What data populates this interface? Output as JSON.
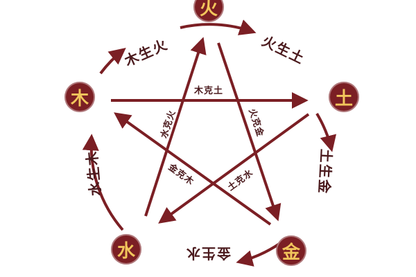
{
  "diagram": {
    "nodes": {
      "fire": "火",
      "earth": "土",
      "metal": "金",
      "water": "水",
      "wood": "木"
    },
    "generation": {
      "wood_fire": "木生火",
      "fire_earth": "火生土",
      "earth_metal": "土生金",
      "metal_water": "金生水",
      "water_wood": "水生木"
    },
    "control": {
      "wood_earth": "木克土",
      "fire_metal": "火克金",
      "earth_water": "土克水",
      "metal_wood": "金克木",
      "water_fire": "水克火"
    },
    "colors": {
      "main": "#7b1f24",
      "node_fill": "#7b1f24",
      "node_text": "#f2c65c",
      "label_text": "#4b1a1d"
    }
  }
}
